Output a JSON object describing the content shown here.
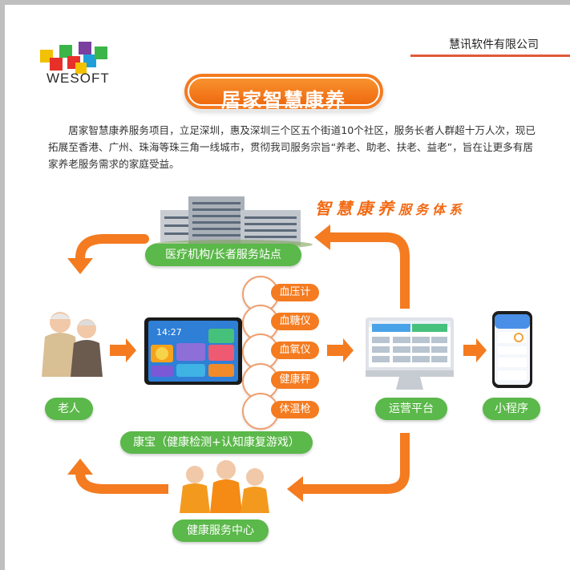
{
  "brand": {
    "logo_text": "WESOFT",
    "company": "慧讯软件有限公司"
  },
  "title": "居家智慧康养",
  "intro": "居家智慧康养服务项目，立足深圳，惠及深圳三个区五个街道10个社区，服务长者人群超十万人次，现已拓展至香港、广州、珠海等珠三角一线城市，贯彻我司服务宗旨“养老、助老、扶老、益老”，旨在让更多有居家养老服务需求的家庭受益。",
  "system_title": {
    "main": "智慧康养",
    "sub": "服务体系"
  },
  "labels": {
    "medical": "医疗机构/长者服务站点",
    "elder": "老人",
    "kangbao": "康宝（健康检测+认知康复游戏）",
    "platform": "运营平台",
    "miniprogram": "小程序",
    "health_center": "健康服务中心"
  },
  "devices": [
    "血压计",
    "血糖仪",
    "血氧仪",
    "健康秤",
    "体温枪"
  ],
  "tablet": {
    "time": "14:27"
  },
  "colors": {
    "accent": "#f47b20",
    "green": "#5bb84a",
    "red_line": "#e05a3b"
  }
}
